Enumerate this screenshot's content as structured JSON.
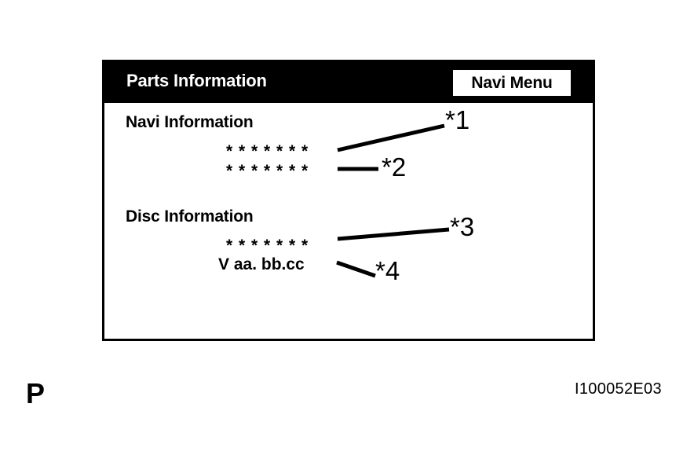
{
  "screen": {
    "title": "Parts Information",
    "navi_menu_button": "Navi Menu",
    "sections": {
      "navi": {
        "heading": "Navi Information",
        "value_1": "* * * * * * *",
        "value_2": "* * * * * * *"
      },
      "disc": {
        "heading": "Disc Information",
        "value_1": "* * * * * * *",
        "value_2": "V aa. bb.cc"
      }
    }
  },
  "callouts": [
    {
      "label": "*1"
    },
    {
      "label": "*2"
    },
    {
      "label": "*3"
    },
    {
      "label": "*4"
    }
  ],
  "page": {
    "marker": "P",
    "figure_code": "I100052E03"
  },
  "colors": {
    "background": "#ffffff",
    "foreground": "#000000",
    "title_bar": "#000000",
    "title_text": "#ffffff",
    "button_background": "#ffffff",
    "button_text": "#000000"
  }
}
